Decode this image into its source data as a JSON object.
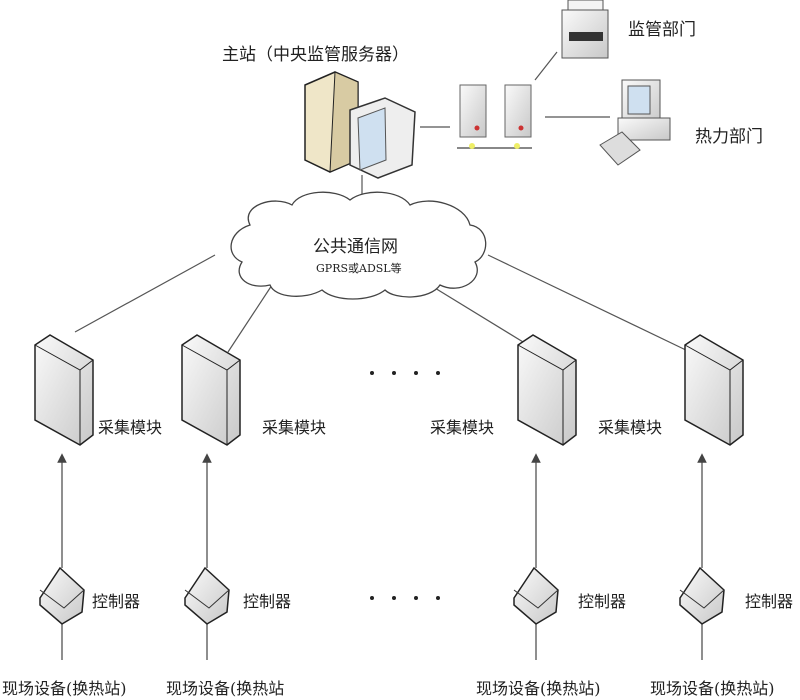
{
  "master_station": {
    "label": "主站（中央监管服务器）"
  },
  "departments": [
    {
      "label": "监管部门",
      "icon": "printer-icon"
    },
    {
      "label": "热力部门",
      "icon": "workstation-icon"
    }
  ],
  "network": {
    "title": "公共通信网",
    "subtitle": "GPRS或ADSL等"
  },
  "ellipsis": "····",
  "columns": [
    {
      "module_label": "采集模块",
      "controller_label": "控制器",
      "device_label": "现场设备(换热站)"
    },
    {
      "module_label": "采集模块",
      "controller_label": "控制器",
      "device_label": "现场设备(换热站"
    },
    {
      "module_label": "采集模块",
      "controller_label": "控制器",
      "device_label": "现场设备(换热站)"
    },
    {
      "module_label": "采集模块",
      "controller_label": "控制器",
      "device_label": "现场设备(换热站)"
    }
  ],
  "colors": {
    "line": "#555555",
    "device_fill": "#e6e6e6",
    "server_fill": "#efe6c8"
  }
}
